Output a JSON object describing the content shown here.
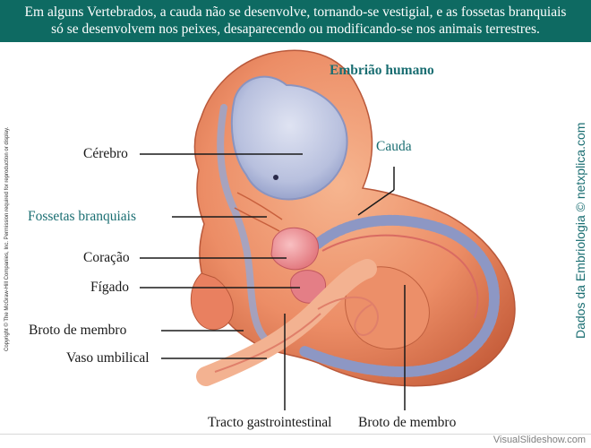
{
  "header": {
    "line1": "Em alguns Vertebrados, a cauda não se desenvolve, tornando-se vestigial, e as fossetas branquiais",
    "line2": "só se desenvolvem nos peixes, desaparecendo ou modificando-se nos animais terrestres."
  },
  "diagram": {
    "title": "Embrião humano",
    "labels": {
      "cerebro": "Cérebro",
      "cauda": "Cauda",
      "fossetas": "Fossetas branquiais",
      "coracao": "Coração",
      "figado": "Fígado",
      "broto_membro_left": "Broto de membro",
      "vaso_umbilical": "Vaso umbilical",
      "tracto": "Tracto gastrointestinal",
      "broto_membro_bottom": "Broto de membro"
    }
  },
  "side_text": "Dados da Embriologia © netxplica.com",
  "copyright": "Copyright © The McGraw-Hill Companies, Inc. Permission required for reproduction or display.",
  "watermark": "VisualSlideshow.com",
  "colors": {
    "header_bg": "#0e6a62",
    "teal_text": "#1a6e72",
    "embryo_skin": "#e9845e",
    "neural_tube": "#9aa6cc"
  }
}
